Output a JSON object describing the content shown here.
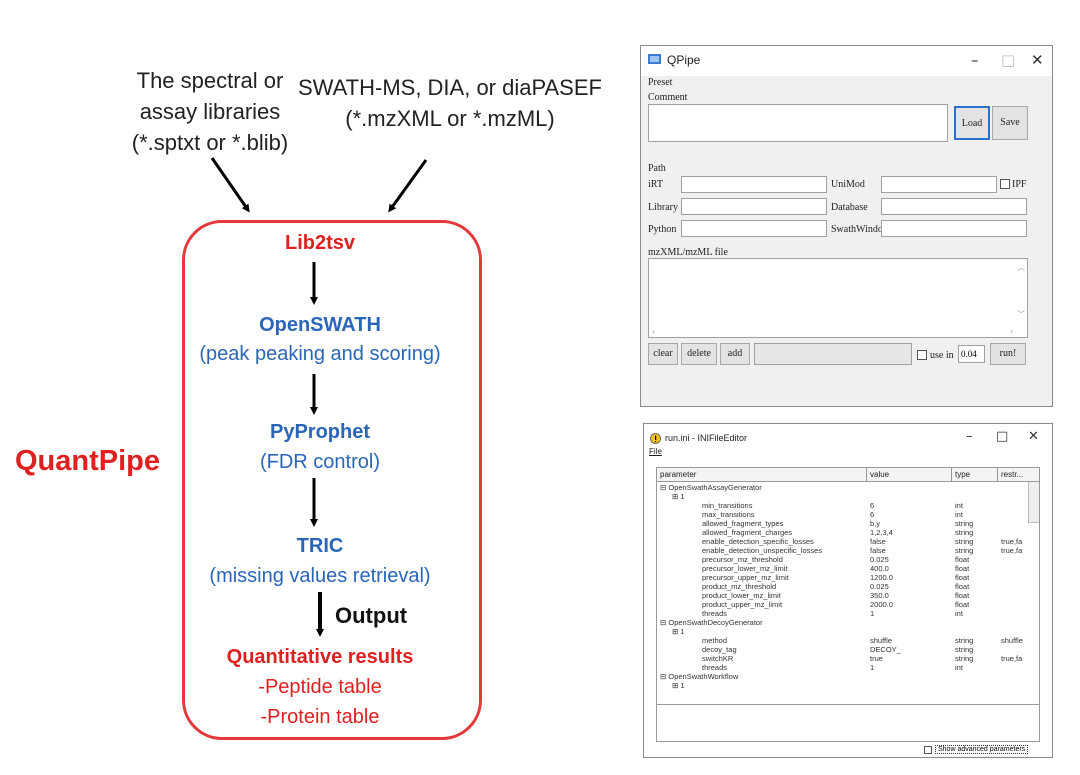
{
  "diagram": {
    "inputs": {
      "left": [
        "The spectral or",
        "assay libraries",
        "(*.sptxt or *.blib)"
      ],
      "right": [
        "SWATH-MS, DIA, or diaPASEF",
        "(*.mzXML or *.mzML)"
      ]
    },
    "app_name": "QuantPipe",
    "steps": {
      "lib2tsv": "Lib2tsv",
      "openswath": "OpenSWATH",
      "openswath_desc": "(peak peaking and scoring)",
      "pyprophet": "PyProphet",
      "pyprophet_desc": "(FDR control)",
      "tric": "TRIC",
      "tric_desc": "(missing values retrieval)"
    },
    "output_label": "Output",
    "results": {
      "title": "Quantitative results",
      "items": [
        "-Peptide table",
        "-Protein table"
      ]
    }
  },
  "qpipe": {
    "title": "QPipe",
    "preset_label": "Preset",
    "comment_label": "Comment",
    "load_label": "Load",
    "save_label": "Save",
    "path_label": "Path",
    "irt_label": "iRT",
    "unimod_label": "UniMod",
    "ipf_label": "IPF",
    "library_label": "Library",
    "database_label": "Database",
    "python_label": "Python",
    "swathwindow_label": "SwathWindow",
    "mzml_label": "mzXML/mzML file",
    "clear_label": "clear",
    "delete_label": "delete",
    "add_label": "add",
    "use_in_label": "use in",
    "use_in_value": "0.04",
    "run_label": "run!"
  },
  "ini_editor": {
    "title": "run.ini - INIFileEditor",
    "menu_file": "File",
    "headers": [
      "parameter",
      "value",
      "type",
      "restr..."
    ],
    "rows": [
      {
        "name": "OpenSwathAssayGenerator",
        "value": "",
        "type": "",
        "restr": "",
        "level": 0
      },
      {
        "name": "1",
        "value": "",
        "type": "",
        "restr": "",
        "level": 1
      },
      {
        "name": "min_transitions",
        "value": "6",
        "type": "int",
        "restr": "",
        "level": 2
      },
      {
        "name": "max_transitions",
        "value": "6",
        "type": "int",
        "restr": "",
        "level": 2
      },
      {
        "name": "allowed_fragment_types",
        "value": "b,y",
        "type": "string",
        "restr": "",
        "level": 2
      },
      {
        "name": "allowed_fragment_charges",
        "value": "1,2,3,4",
        "type": "string",
        "restr": "",
        "level": 2
      },
      {
        "name": "enable_detection_specific_losses",
        "value": "false",
        "type": "string",
        "restr": "true,fa",
        "level": 2
      },
      {
        "name": "enable_detection_unspecific_losses",
        "value": "false",
        "type": "string",
        "restr": "true,fa",
        "level": 2
      },
      {
        "name": "precursor_mz_threshold",
        "value": "0.025",
        "type": "float",
        "restr": "",
        "level": 2
      },
      {
        "name": "precursor_lower_mz_limit",
        "value": "400.0",
        "type": "float",
        "restr": "",
        "level": 2
      },
      {
        "name": "precursor_upper_mz_limit",
        "value": "1200.0",
        "type": "float",
        "restr": "",
        "level": 2
      },
      {
        "name": "product_mz_threshold",
        "value": "0.025",
        "type": "float",
        "restr": "",
        "level": 2
      },
      {
        "name": "product_lower_mz_limit",
        "value": "350.0",
        "type": "float",
        "restr": "",
        "level": 2
      },
      {
        "name": "product_upper_mz_limit",
        "value": "2000.0",
        "type": "float",
        "restr": "",
        "level": 2
      },
      {
        "name": "threads",
        "value": "1",
        "type": "int",
        "restr": "",
        "level": 2
      },
      {
        "name": "OpenSwathDecoyGenerator",
        "value": "",
        "type": "",
        "restr": "",
        "level": 0
      },
      {
        "name": "1",
        "value": "",
        "type": "",
        "restr": "",
        "level": 1
      },
      {
        "name": "method",
        "value": "shuffle",
        "type": "string",
        "restr": "shuffle",
        "level": 2
      },
      {
        "name": "decoy_tag",
        "value": "DECOY_",
        "type": "string",
        "restr": "",
        "level": 2
      },
      {
        "name": "switchKR",
        "value": "true",
        "type": "string",
        "restr": "true,fa",
        "level": 2
      },
      {
        "name": "threads",
        "value": "1",
        "type": "int",
        "restr": "",
        "level": 2
      },
      {
        "name": "OpenSwathWorkflow",
        "value": "",
        "type": "",
        "restr": "",
        "level": 0
      },
      {
        "name": "1",
        "value": "",
        "type": "",
        "restr": "",
        "level": 1
      }
    ],
    "show_advanced_label": "Show advanced parameters"
  },
  "colors": {
    "accent_red": "#e02020",
    "accent_blue": "#2a66b8"
  }
}
